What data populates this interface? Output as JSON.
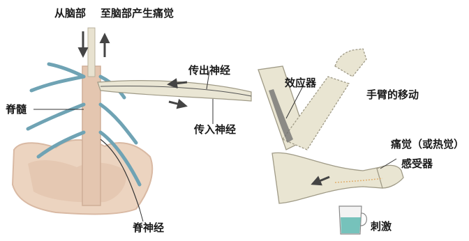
{
  "labels": {
    "from_brain": "从脑部",
    "to_brain": "至脑部产生痛觉",
    "efferent_nerve": "传出神经",
    "afferent_nerve": "传入神经",
    "spinal_cord": "脊髓",
    "effector": "效应器",
    "arm_movement": "手臂的移动",
    "pain_sensation": "痛觉（或热觉）",
    "receptor": "感受器",
    "spinal_nerve": "脊神经",
    "stimulus": "刺激"
  },
  "colors": {
    "bone": "#ecd4c0",
    "bone_shadow": "#d9b9a3",
    "nerve_blue": "#6fa3b4",
    "arm": "#e9e5d2",
    "arm_outline": "#9f9a86",
    "arrow": "#444444",
    "water": "#5fb8b0"
  }
}
